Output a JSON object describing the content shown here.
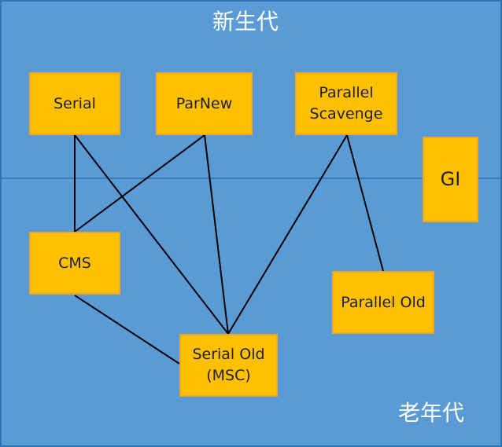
{
  "colors": {
    "background": "#5b9bd5",
    "border": "#2e75b6",
    "node_fill": "#ffc000",
    "node_border": "#f6a623",
    "edge": "#000000",
    "title_text": "#ffffff"
  },
  "regions": {
    "young": {
      "label": "新生代"
    },
    "old": {
      "label": "老年代"
    }
  },
  "nodes": {
    "serial": {
      "label": "Serial"
    },
    "parnew": {
      "label": "ParNew"
    },
    "parallel_scavenge": {
      "label": "Parallel\nScavenge"
    },
    "g1": {
      "label": "GI"
    },
    "cms": {
      "label": "CMS"
    },
    "parallel_old": {
      "label": "Parallel Old"
    },
    "serial_old": {
      "label": "Serial Old\n(MSC)"
    }
  },
  "edges": [
    {
      "from": "serial",
      "to": "cms"
    },
    {
      "from": "serial",
      "to": "serial_old"
    },
    {
      "from": "parnew",
      "to": "cms"
    },
    {
      "from": "parnew",
      "to": "serial_old"
    },
    {
      "from": "parallel_scavenge",
      "to": "serial_old"
    },
    {
      "from": "parallel_scavenge",
      "to": "parallel_old"
    },
    {
      "from": "cms",
      "to": "serial_old"
    }
  ]
}
